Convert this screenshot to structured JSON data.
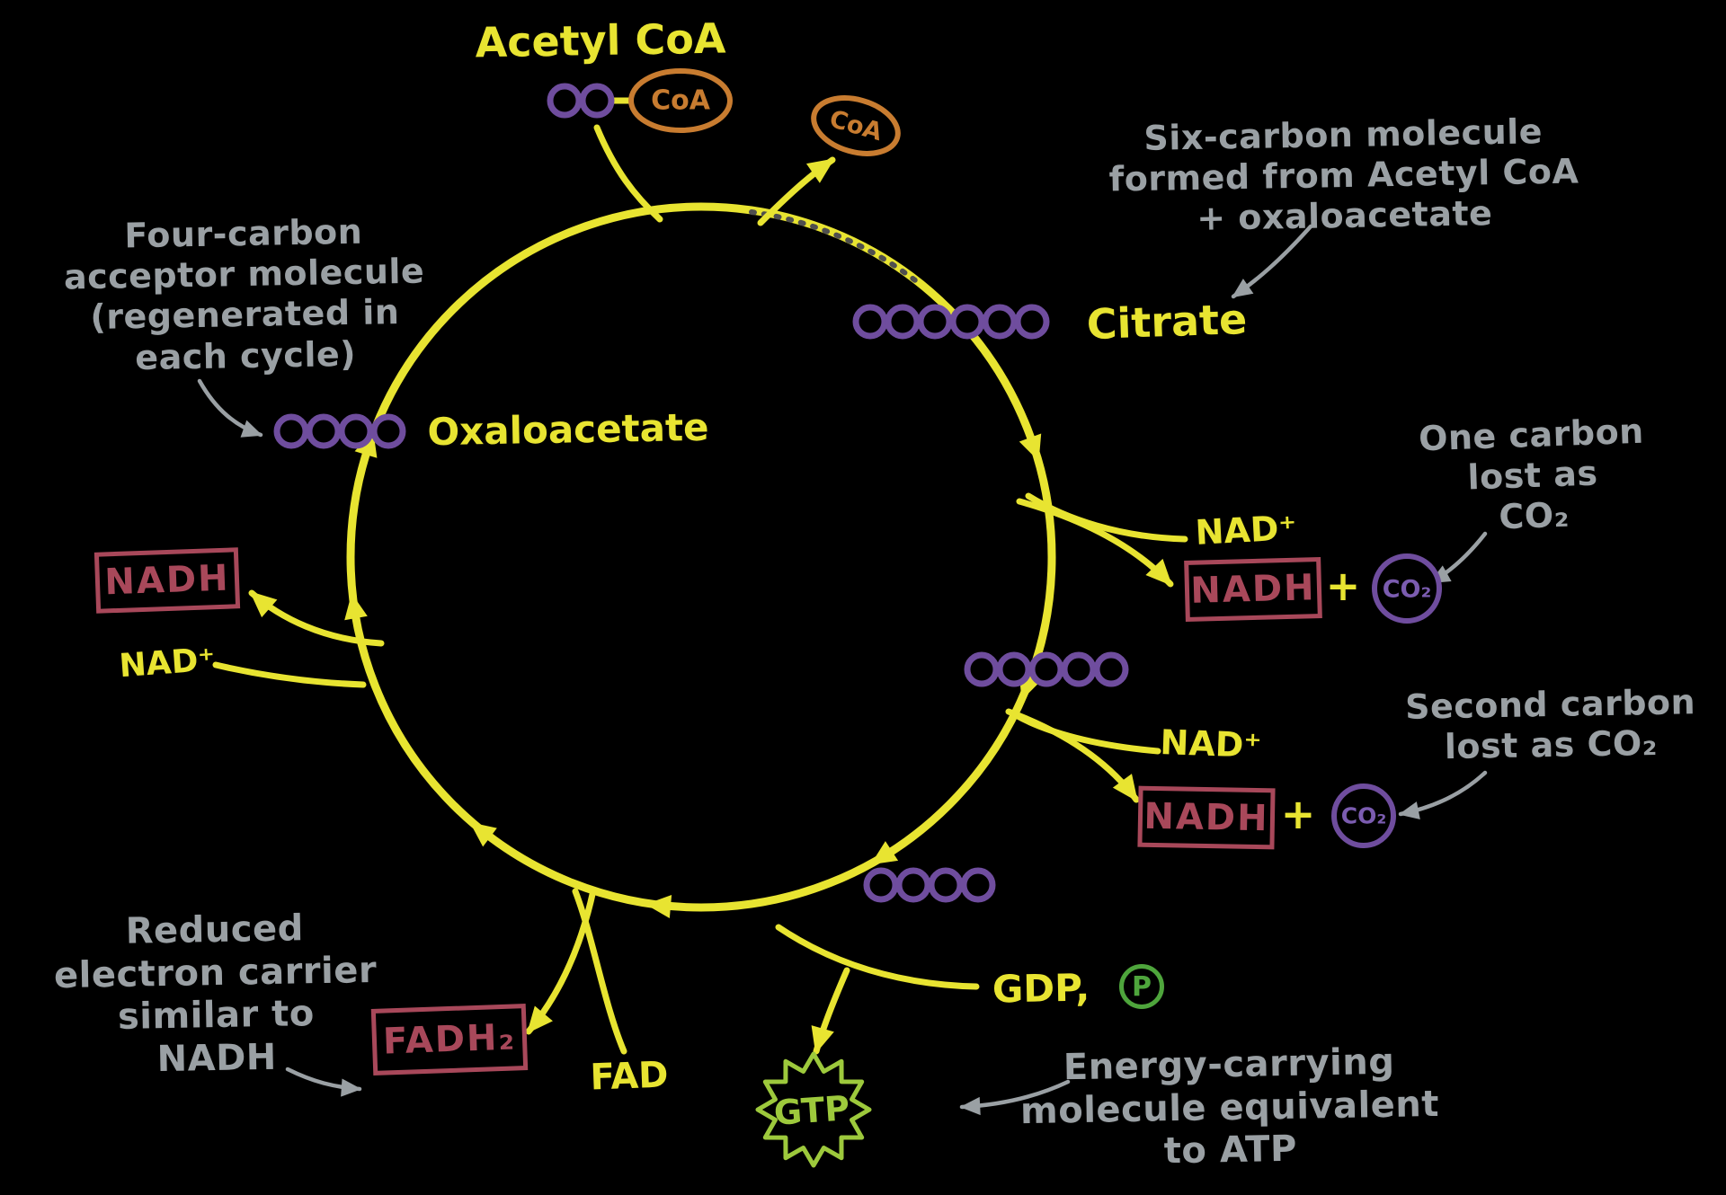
{
  "labels": {
    "acetyl_coa": "Acetyl CoA",
    "coa_attached": "CoA",
    "coa_released": "CoA",
    "citrate": "Citrate",
    "oxaloacetate": "Oxaloacetate",
    "nad_plus_left": "NAD⁺",
    "nadh_left": "NADH",
    "nad_plus_right_1": "NAD⁺",
    "nadh_right_1": "NADH",
    "plus_1": "+",
    "co2_1": "CO₂",
    "nad_plus_right_2": "NAD⁺",
    "nadh_right_2": "NADH",
    "plus_2": "+",
    "co2_2": "CO₂",
    "gdp": "GDP,",
    "phosphate": "P",
    "gtp": "GTP",
    "fad": "FAD",
    "fadh2": "FADH₂"
  },
  "annotations": {
    "six_carbon": [
      "Six-carbon molecule",
      "formed from Acetyl CoA",
      "+ oxaloacetate"
    ],
    "four_carbon": [
      "Four-carbon",
      "acceptor molecule",
      "(regenerated in",
      "each cycle)"
    ],
    "one_carbon": [
      "One carbon",
      "lost as",
      "CO₂"
    ],
    "second_carbon": [
      "Second carbon",
      "lost as CO₂"
    ],
    "reduced_carrier": [
      "Reduced",
      "electron carrier",
      "similar to",
      "NADH"
    ],
    "energy_carrier": [
      "Energy-carrying",
      "molecule equivalent",
      "to ATP"
    ]
  },
  "molecules": {
    "acetyl_group_carbons": 2,
    "citrate_carbons": 6,
    "five_carbon_intermediate_carbons": 5,
    "four_carbon_intermediate_carbons": 4,
    "oxaloacetate_carbons": 4
  },
  "colors": {
    "cycle_yellow": "#e8e431",
    "carbon_purple": "#6f4d9e",
    "coa_orange": "#c87c30",
    "nadh_red": "#a8485a",
    "annotation_gray": "#9aa0a4",
    "gtp_green": "#9dc93c",
    "phosphate_green": "#4ea53c",
    "background": "#000000"
  }
}
